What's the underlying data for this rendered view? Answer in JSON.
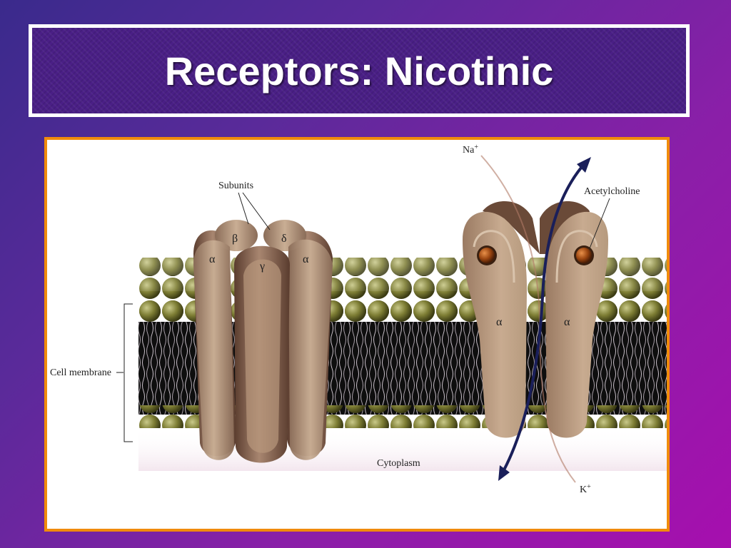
{
  "slide": {
    "title": "Receptors: Nicotinic"
  },
  "figure": {
    "labels": {
      "subunits": "Subunits",
      "cell_membrane": "Cell membrane",
      "cytoplasm": "Cytoplasm",
      "acetylcholine": "Acetylcholine",
      "na": "Na",
      "k": "K",
      "plus": "+"
    },
    "subunit_letters": {
      "beta": "β",
      "delta": "δ",
      "alpha_left": "α",
      "gamma": "γ",
      "alpha_right": "α",
      "alpha_channel_left": "α",
      "alpha_channel_right": "α"
    },
    "colors": {
      "frame_border": "#f08b0c",
      "title_border": "#ffffff",
      "receptor_protein": "#8a6a58",
      "lipid_head": "#7a7a30",
      "ion_arrow": "#1a1f5a",
      "acetylcholine": "#a04a14"
    }
  }
}
